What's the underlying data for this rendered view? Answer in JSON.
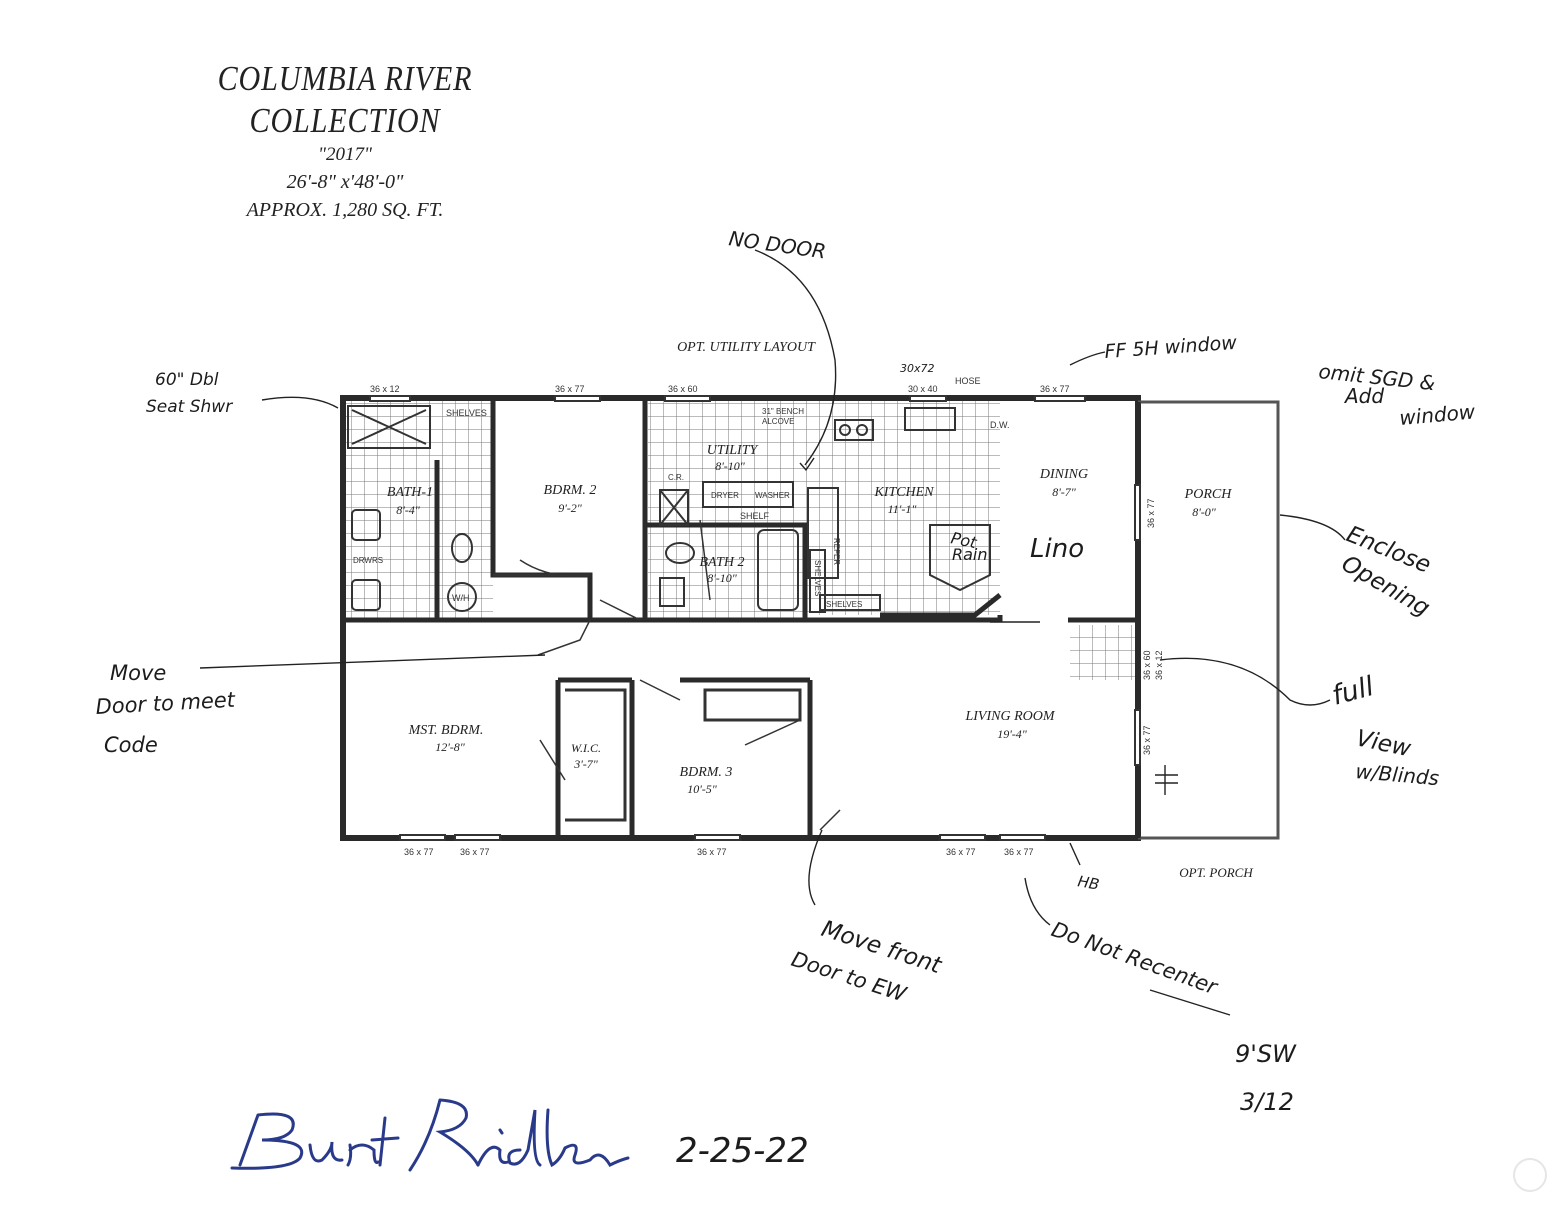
{
  "header": {
    "title": "COLUMBIA RIVER COLLECTION",
    "model": "\"2017\"",
    "dimensions": "26'-8\"  x'48'-0\"",
    "area": "APPROX. 1,280 SQ. FT."
  },
  "plan": {
    "opt_utility_layout": "OPT. UTILITY LAYOUT",
    "opt_porch": "OPT. PORCH",
    "rooms": {
      "bath1": {
        "name": "BATH-1",
        "size": "8'-4\""
      },
      "bdrm2": {
        "name": "BDRM. 2",
        "size": "9'-2\""
      },
      "utility": {
        "name": "UTILITY",
        "size": "8'-10\""
      },
      "kitchen": {
        "name": "KITCHEN",
        "size": "11'-1\""
      },
      "dining": {
        "name": "DINING",
        "size": "8'-7\""
      },
      "porch": {
        "name": "PORCH",
        "size": "8'-0\""
      },
      "bath2": {
        "name": "BATH 2",
        "size": "8'-10\""
      },
      "mst_bdrm": {
        "name": "MST. BDRM.",
        "size": "12'-8\""
      },
      "wic": {
        "name": "W.I.C.",
        "size": "3'-7\""
      },
      "bdrm3": {
        "name": "BDRM. 3",
        "size": "10'-5\""
      },
      "living": {
        "name": "LIVING ROOM",
        "size": "19'-4\""
      }
    },
    "fixtures": {
      "shelves1": "SHELVES",
      "shelves2": "SHELVES",
      "shelves3": "SHELVES",
      "shelf": "SHELF",
      "drwrs": "DRWRS",
      "wh": "W/H",
      "dryer": "DRYER",
      "washer": "WASHER",
      "bench1": "31\" BENCH",
      "bench2": "ALCOVE",
      "refer": "REFER",
      "dw": "D.W.",
      "hose": "HOSE",
      "cr": "C.R."
    },
    "windows": {
      "w1": "36 x 12",
      "w2": "36 x 77",
      "w3": "36 x 60",
      "w4": "30 x 40",
      "w5": "36 x 77",
      "w6": "36 x 77",
      "w7": "36 x 60",
      "w8": "36 x 12",
      "w9": "36 x 77",
      "b1": "36 x 77",
      "b2": "36 x 77",
      "b3": "36 x 77",
      "b4": "36 x 77",
      "b5": "36 x 77"
    }
  },
  "notes": {
    "no_door": "NO DOOR",
    "shower1": "60\" Dbl",
    "shower2": "Seat Shwr",
    "fp_window": "FF 5H window",
    "bar": "30x72",
    "omit1": "omit SGD &",
    "omit2": "Add",
    "omit3": "window",
    "enclose1": "Enclose",
    "enclose2": "Opening",
    "full1": "full",
    "full2": "View",
    "full3": "w/Blinds",
    "move_door1": "Move",
    "move_door2": "Door to meet",
    "move_door3": "Code",
    "pot": "Pot",
    "rain": "Rain",
    "lino": "Lino",
    "hb": "HB",
    "move_front1": "Move front",
    "move_front2": "Door to EW",
    "do_not": "Do Not Recenter",
    "sw1": "9'SW",
    "sw2": "3/12",
    "date": "2-25-22"
  }
}
